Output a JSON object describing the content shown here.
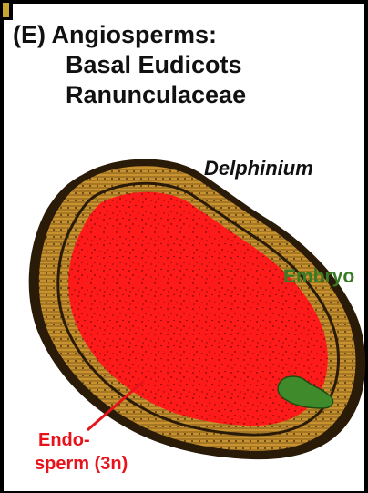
{
  "title": {
    "line1": "(E) Angiosperms:",
    "line2": "Basal Eudicots",
    "line3": "Ranunculaceae"
  },
  "labels": {
    "genus": "Delphinium",
    "embryo": "Embryo",
    "endosperm_line1": "Endo-",
    "endosperm_line2": "sperm (3n)"
  },
  "colors": {
    "seed_coat": "#c8922e",
    "seed_coat_dark": "#3a2a10",
    "endosperm": "#ff1a1a",
    "embryo": "#3f8a2a",
    "endosperm_label": "#e8121a",
    "embryo_label": "#3a7a25"
  }
}
